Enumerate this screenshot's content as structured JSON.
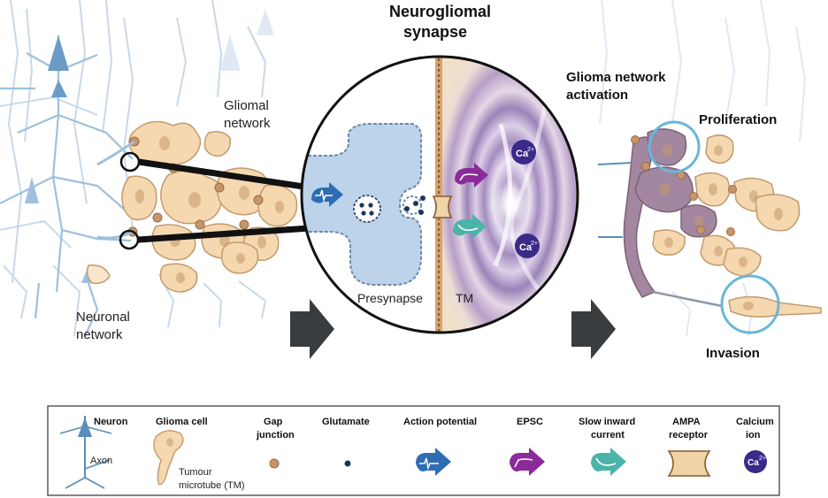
{
  "title": [
    "Neurogliomal",
    "synapse"
  ],
  "labels": {
    "glial_network": [
      "Gliomal",
      "network"
    ],
    "neuronal_network": [
      "Neuronal",
      "network"
    ],
    "presynapse": "Presynapse",
    "tm": "TM",
    "glioma_activation": [
      "Glioma network",
      "activation"
    ],
    "proliferation": "Proliferation",
    "invasion": "Invasion",
    "ca_ion": "Ca",
    "ca_sup": "2+"
  },
  "legend": {
    "neuron": "Neuron",
    "axon": "Axon",
    "glioma_cell": "Glioma cell",
    "tumour_microtube": [
      "Tumour",
      "microtube (TM)"
    ],
    "gap_junction": [
      "Gap",
      "junction"
    ],
    "glutamate": "Glutamate",
    "action_potential": "Action potential",
    "epsc": "EPSC",
    "slow_inward_current": [
      "Slow inward",
      "current"
    ],
    "ampa_receptor": [
      "AMPA",
      "receptor"
    ],
    "calcium_ion": [
      "Calcium",
      "ion"
    ]
  },
  "colors": {
    "neuron_blue": "#5b8db8",
    "neuron_light": "#c7d9ea",
    "glioma_fill": "#f5d8b0",
    "glioma_stroke": "#c49a6c",
    "gap_junction": "#c8956a",
    "action_potential": "#2e6db4",
    "epsc": "#8b2a9a",
    "slow_inward": "#4cb3aa",
    "calcium": "#3b2a8a",
    "presynapse_fill": "#bcd3ea",
    "presynapse_stroke": "#6b89a8",
    "proliferation_ring": "#6bb6d9",
    "arrow_dark": "#3a3d40",
    "glutamate": "#1d3458"
  },
  "icons": [
    "neuron-icon",
    "glioma-cell-icon",
    "gap-junction-icon",
    "glutamate-icon",
    "action-potential-icon",
    "epsc-icon",
    "slow-inward-current-icon",
    "ampa-receptor-icon",
    "calcium-ion-icon",
    "process-arrow-icon"
  ]
}
